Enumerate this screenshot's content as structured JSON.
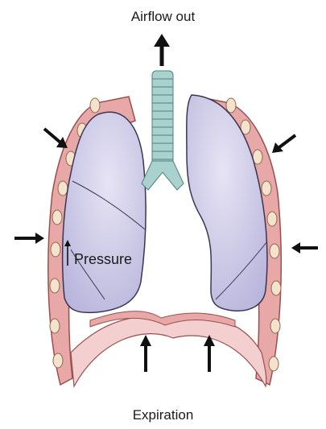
{
  "diagram": {
    "title": "Airflow out",
    "pressure_label": "Pressure",
    "caption": "Expiration"
  },
  "colors": {
    "lung_fill": "#c9c6e6",
    "lung_stroke": "#3a3550",
    "pleura": "#e9a8a8",
    "pleura_stroke": "#9a4f4f",
    "rib": "#f2dcc4",
    "trachea": "#a9d2cf",
    "arrow": "#111111"
  }
}
